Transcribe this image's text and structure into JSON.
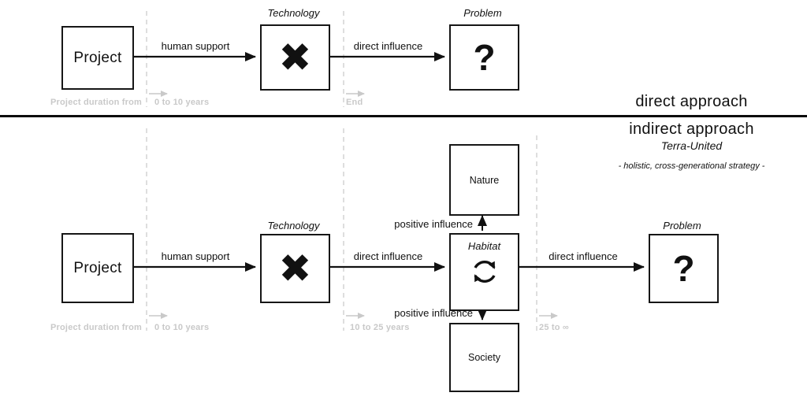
{
  "top": {
    "section_label": "direct approach",
    "project_label": "Project",
    "technology_title": "Technology",
    "technology_symbol": "✖",
    "problem_title": "Problem",
    "problem_symbol": "?",
    "flow1_label": "human support",
    "flow2_label": "direct influence",
    "timeline": {
      "origin": "Project duration from",
      "phase1": "0 to 10 years",
      "phase2": "End"
    }
  },
  "bottom": {
    "section_label": "indirect approach",
    "brand": "Terra-United",
    "strategy_note": "- holistic, cross-generational strategy -",
    "project_label": "Project",
    "technology_title": "Technology",
    "technology_symbol": "✖",
    "habitat_title": "Habitat",
    "nature_label": "Nature",
    "society_label": "Society",
    "problem_title": "Problem",
    "problem_symbol": "?",
    "flow1_label": "human support",
    "flow2_label": "direct influence",
    "flow3_label": "direct influence",
    "positive_up_label": "positive influence",
    "positive_down_label": "positive influence",
    "timeline": {
      "origin": "Project duration from",
      "phase1": "0 to 10 years",
      "phase2": "10 to 25 years",
      "phase3": "25 to ∞"
    }
  },
  "icons": {
    "habitat_icon": "cycle-arrows-icon",
    "technology_icon": "heavy-x-icon",
    "problem_icon": "question-mark-icon"
  },
  "colors": {
    "ink": "#111111",
    "timeline_gray": "#c9c9c9",
    "dash_gray": "#dedede"
  }
}
